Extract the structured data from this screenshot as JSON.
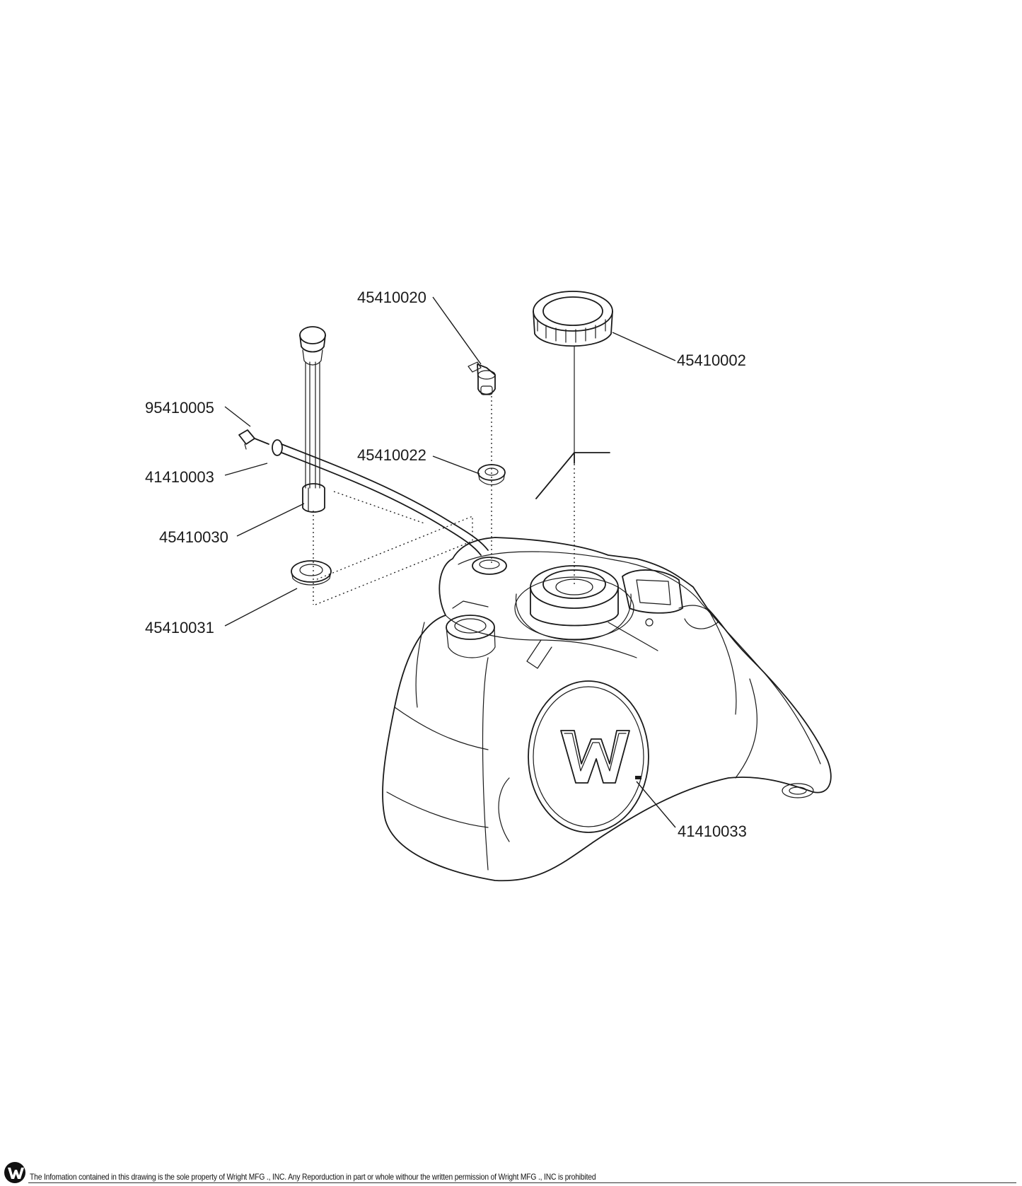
{
  "parts": [
    {
      "id": "p1",
      "number": "45410020"
    },
    {
      "id": "p2",
      "number": "45410002"
    },
    {
      "id": "p3",
      "number": "95410005"
    },
    {
      "id": "p4",
      "number": "45410022"
    },
    {
      "id": "p5",
      "number": "41410003"
    },
    {
      "id": "p6",
      "number": "45410030"
    },
    {
      "id": "p7",
      "number": "45410031"
    },
    {
      "id": "p8",
      "number": "41410033"
    }
  ],
  "footer": {
    "notice": "The Infomation contained in this drawing is the sole property of Wright MFG ., INC. Any Reporduction in part or whole withour the written permission of Wright MFG ., INC is prohibited"
  },
  "logo_icon": "wright-w-logo"
}
